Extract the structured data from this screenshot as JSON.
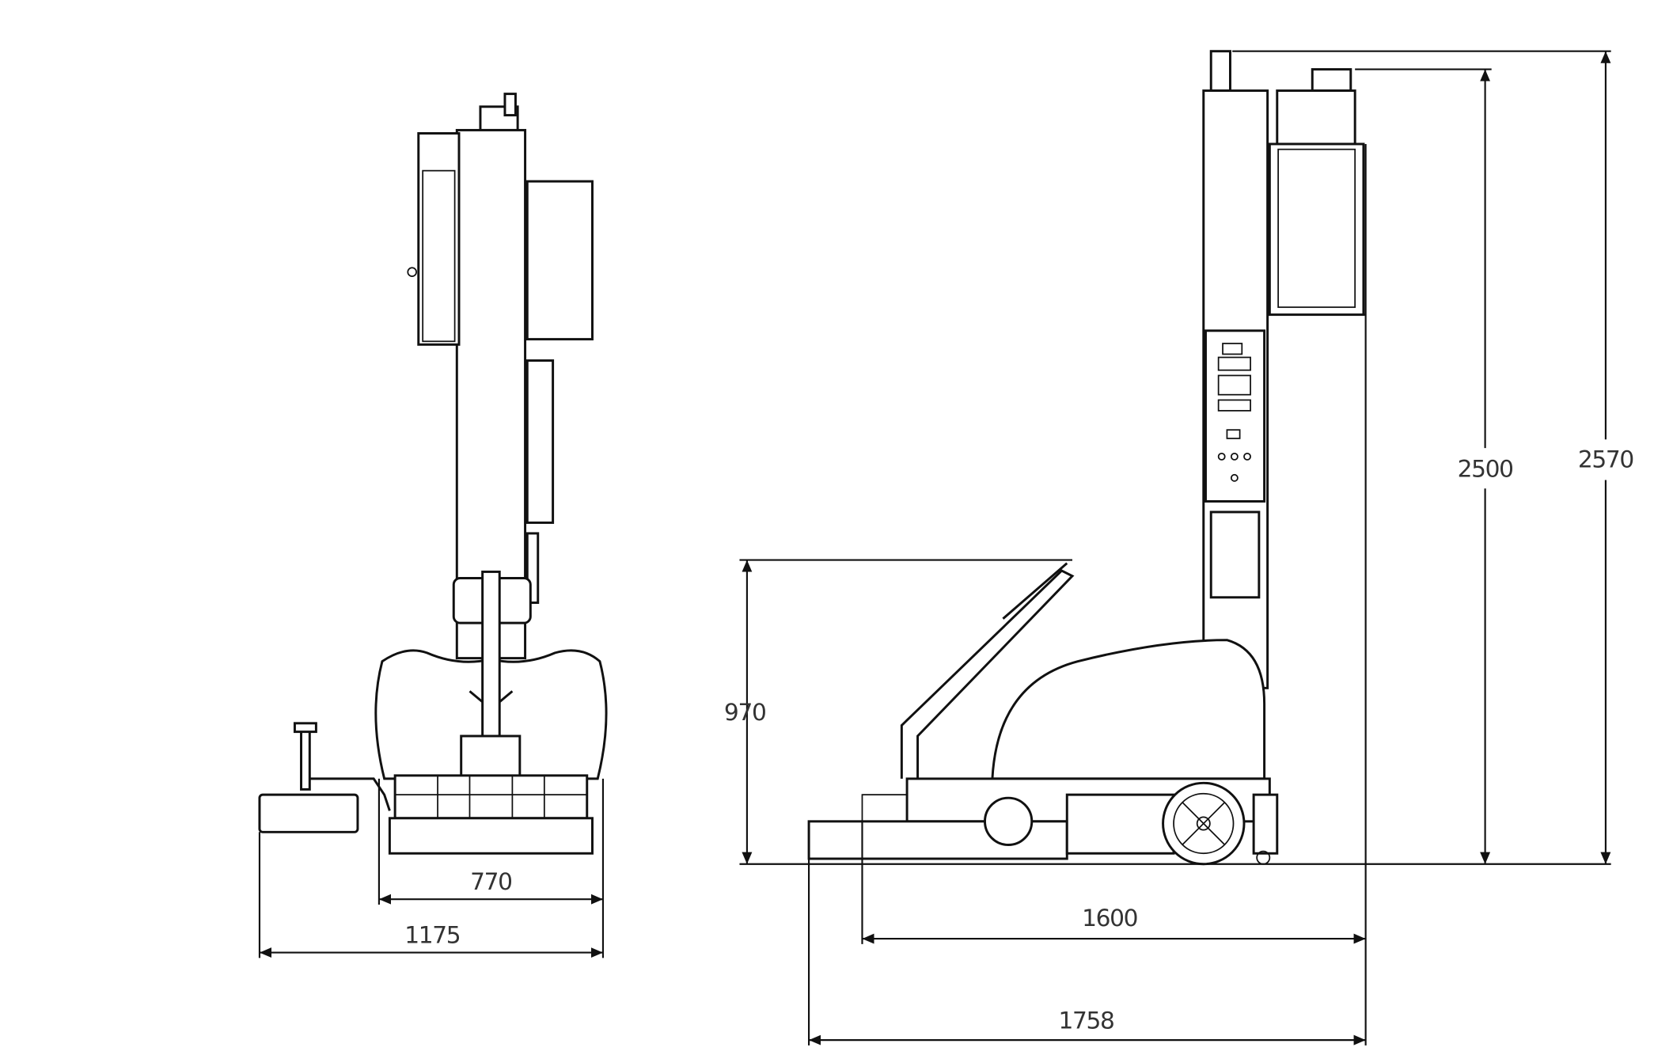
{
  "drawing": {
    "views": [
      "front-view",
      "side-view"
    ],
    "dimensions": {
      "front_base_width": "770",
      "front_total_width": "1175",
      "handle_height": "970",
      "side_length": "1600",
      "side_total_length": "1758",
      "mast_height": "2500",
      "total_height": "2570"
    }
  }
}
